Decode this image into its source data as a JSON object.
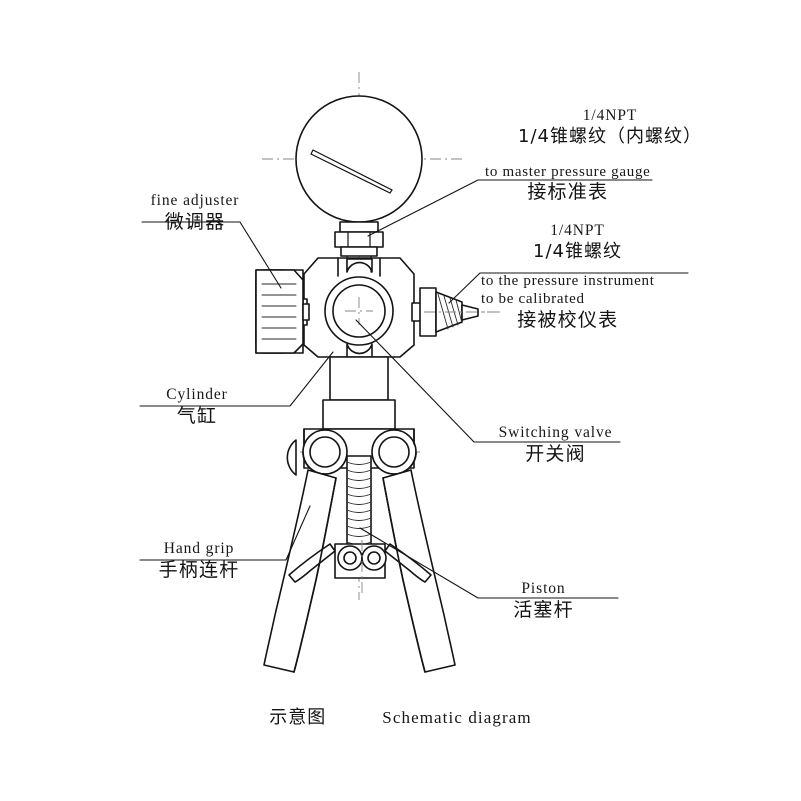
{
  "figure": {
    "title_cn": "示意图",
    "title_en": "Schematic diagram",
    "background_color": "#ffffff",
    "line_color": "#141414",
    "centerline_color": "#7d8b84"
  },
  "callouts": {
    "master_gauge_port": {
      "name": "1/4NPT master gauge port",
      "line1_en": "1/4NPT",
      "line2_cn": "1/4锥螺纹（内螺纹）",
      "line3_en": "to master pressure gauge",
      "line4_cn": "接标准表"
    },
    "instrument_port": {
      "name": "1/4NPT instrument port",
      "line1_en": "1/4NPT",
      "line2_cn": "1/4锥螺纹",
      "line3_en": "to the pressure instrument",
      "line4_en": "to be calibrated",
      "line5_cn": "接被校仪表"
    },
    "fine_adjuster": {
      "name": "fine adjuster knob",
      "label_en": "fine adjuster",
      "label_cn": "微调器"
    },
    "cylinder": {
      "name": "cylinder body",
      "label_en": "Cylinder",
      "label_cn": "气缸"
    },
    "hand_grip": {
      "name": "hand grip levers",
      "label_en": "Hand grip",
      "label_cn": "手柄连杆"
    },
    "switching_valve": {
      "name": "switching valve",
      "label_en": "Switching valve",
      "label_cn": "开关阀"
    },
    "piston": {
      "name": "piston rod",
      "label_en": "Piston",
      "label_cn": "活塞杆"
    }
  },
  "parts": {
    "pressure_gauge": "pressure-gauge-dial",
    "gauge_needle": "gauge-needle",
    "gauge_nut": "gauge-connector-nut",
    "valve_block": "valve-body-block",
    "valve_bore": "valve-center-bore",
    "outlet_nipple": "threaded-outlet-nipple",
    "adjuster_knob": "knurled-adjuster-knob",
    "cylinder_column": "cylinder-column",
    "pivot_bar": "pivot-crossbar",
    "pivot_left": "pivot-bolt-left",
    "pivot_right": "pivot-bolt-right",
    "piston_screw": "threaded-piston-screw",
    "link_block": "linkage-block",
    "link_pin_left": "link-pin-left",
    "link_pin_right": "link-pin-right",
    "grip_left": "hand-grip-lever-left",
    "grip_right": "hand-grip-lever-right",
    "link_arm_left": "linkage-arm-left",
    "link_arm_right": "linkage-arm-right"
  }
}
